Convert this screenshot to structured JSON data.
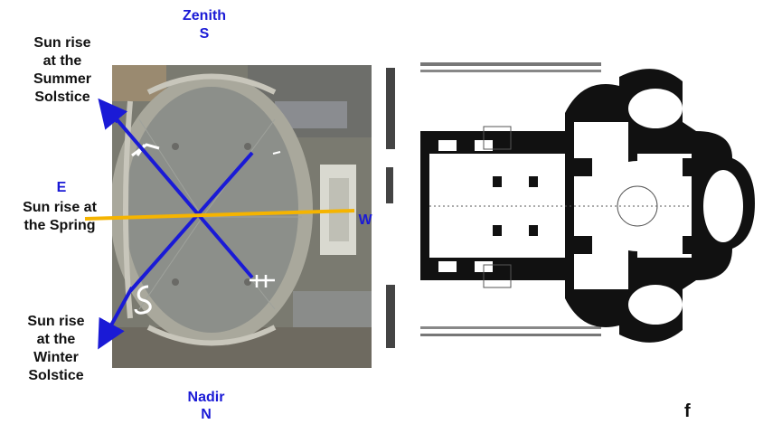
{
  "directions": {
    "zenith": "Zenith",
    "south": "S",
    "nadir": "Nadir",
    "north": "N",
    "east": "E",
    "west": "W"
  },
  "sunrise_labels": {
    "summer": [
      "Sun rise",
      "at the",
      "Summer",
      "Solstice"
    ],
    "spring": [
      "Sun rise at",
      "the Spring"
    ],
    "winter": [
      "Sun rise",
      "at the",
      "Winter",
      "Solstice"
    ]
  },
  "figure_letter": "f",
  "colors": {
    "axis_blue": "#1a1ad6",
    "equinox_line": "#f5b400",
    "plaza_gray": "#8a8f8a"
  }
}
